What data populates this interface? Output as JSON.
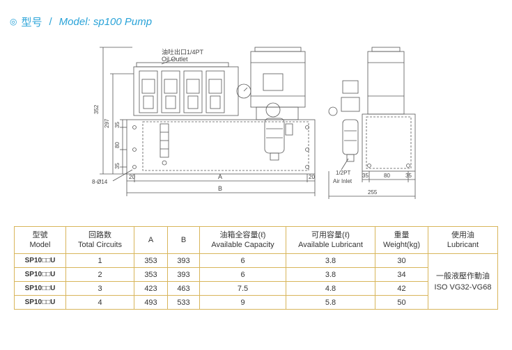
{
  "header": {
    "bullet": "◎",
    "title_zh": "型号",
    "separator": "/",
    "title_en": "Model: sp100 Pump"
  },
  "drawing": {
    "oil_outlet_zh": "油吐出口1/4PT",
    "oil_outlet_en": "Oil Outlet",
    "dim_352": "352",
    "dim_297": "297",
    "dim_35_top": "35",
    "dim_80": "80",
    "dim_35_bot": "35",
    "holes": "8-Ø14",
    "dim_20_left": "20",
    "dim_A": "A",
    "dim_20_right": "20",
    "dim_B": "B",
    "air_inlet_pt": "1/2PT",
    "air_inlet": "Air Inlet",
    "side_35_left": "35",
    "side_80": "80",
    "side_35_right": "35",
    "side_255": "255"
  },
  "table": {
    "headers": [
      {
        "zh": "型號",
        "en": "Model"
      },
      {
        "zh": "回路数",
        "en": "Total Circuits"
      },
      {
        "zh": "",
        "en": "A"
      },
      {
        "zh": "",
        "en": "B"
      },
      {
        "zh": "油箱全容量(ℓ)",
        "en": "Available Capacity"
      },
      {
        "zh": "可用容量(ℓ)",
        "en": "Available Lubricant"
      },
      {
        "zh": "重量",
        "en": "Weight(kg)"
      },
      {
        "zh": "使用油",
        "en": "Lubricant"
      }
    ],
    "rows": [
      {
        "model": "SP10□□U",
        "circuits": "1",
        "a": "353",
        "b": "393",
        "capacity": "6",
        "lubricant": "3.8",
        "weight": "30"
      },
      {
        "model": "SP10□□U",
        "circuits": "2",
        "a": "353",
        "b": "393",
        "capacity": "6",
        "lubricant": "3.8",
        "weight": "34"
      },
      {
        "model": "SP10□□U",
        "circuits": "3",
        "a": "423",
        "b": "463",
        "capacity": "7.5",
        "lubricant": "4.8",
        "weight": "42"
      },
      {
        "model": "SP10□□U",
        "circuits": "4",
        "a": "493",
        "b": "533",
        "capacity": "9",
        "lubricant": "5.8",
        "weight": "50"
      }
    ],
    "lubricant_zh": "一般液壓作動油",
    "lubricant_en": "ISO VG32-VG68"
  }
}
